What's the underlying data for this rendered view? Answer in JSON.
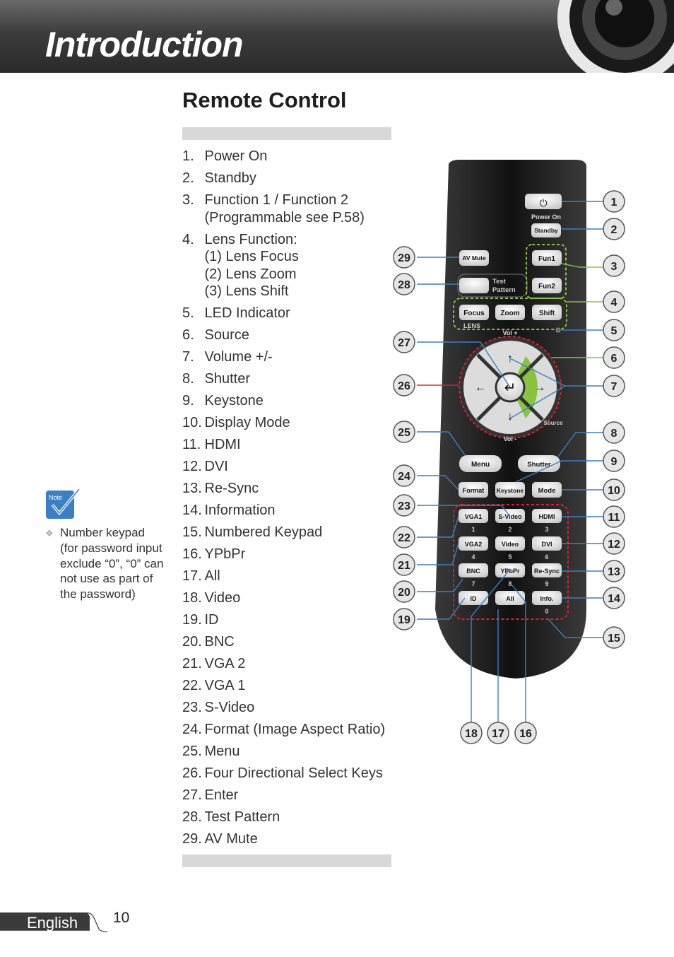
{
  "header": {
    "title": "Introduction"
  },
  "section": {
    "title": "Remote Control"
  },
  "items": [
    {
      "num": "1.",
      "label": "Power On"
    },
    {
      "num": "2.",
      "label": "Standby"
    },
    {
      "num": "3.",
      "label": "Function 1 / Function 2\n(Programmable see P.58)"
    },
    {
      "num": "4.",
      "label": "Lens Function:\n(1) Lens Focus\n(2) Lens Zoom\n(3) Lens Shift"
    },
    {
      "num": "5.",
      "label": "LED Indicator"
    },
    {
      "num": "6.",
      "label": "Source"
    },
    {
      "num": "7.",
      "label": "Volume +/-"
    },
    {
      "num": "8.",
      "label": "Shutter"
    },
    {
      "num": "9.",
      "label": "Keystone"
    },
    {
      "num": "10.",
      "label": "Display Mode"
    },
    {
      "num": "11.",
      "label": "HDMI"
    },
    {
      "num": "12.",
      "label": "DVI"
    },
    {
      "num": "13.",
      "label": "Re-Sync"
    },
    {
      "num": "14.",
      "label": "Information"
    },
    {
      "num": "15.",
      "label": "Numbered Keypad"
    },
    {
      "num": "16.",
      "label": "YPbPr"
    },
    {
      "num": "17.",
      "label": "All"
    },
    {
      "num": "18.",
      "label": "Video"
    },
    {
      "num": "19.",
      "label": "ID"
    },
    {
      "num": "20.",
      "label": "BNC"
    },
    {
      "num": "21.",
      "label": "VGA 2"
    },
    {
      "num": "22.",
      "label": "VGA 1"
    },
    {
      "num": "23.",
      "label": "S-Video"
    },
    {
      "num": "24.",
      "label": "Format (Image Aspect Ratio)"
    },
    {
      "num": "25.",
      "label": "Menu"
    },
    {
      "num": "26.",
      "label": "Four Directional Select Keys"
    },
    {
      "num": "27.",
      "label": "Enter"
    },
    {
      "num": "28.",
      "label": "Test Pattern"
    },
    {
      "num": "29.",
      "label": "AV Mute"
    }
  ],
  "note": {
    "badge": "Note",
    "text": "Number keypad (for password input exclude “0”, “0” can not use as part of the password)"
  },
  "remote": {
    "power_label": "Power  On",
    "standby": "Standby",
    "av_mute": "AV Mute",
    "fun1": "Fun1",
    "fun2": "Fun2",
    "test_pattern": "Test\nPattern",
    "focus": "Focus",
    "zoom": "Zoom",
    "shift": "Shift",
    "lens": "LENS",
    "vol_plus": "Vol +",
    "vol_minus": "Vol -",
    "source": "Source",
    "menu": "Menu",
    "shutter": "Shutter",
    "format": "Format",
    "keystone": "Keystone",
    "mode": "Mode",
    "keys": [
      {
        "label": "VGA1",
        "digit": "1"
      },
      {
        "label": "S-Video",
        "digit": "2"
      },
      {
        "label": "HDMI",
        "digit": "3"
      },
      {
        "label": "VGA2",
        "digit": "4"
      },
      {
        "label": "Video",
        "digit": "5"
      },
      {
        "label": "DVI",
        "digit": "6"
      },
      {
        "label": "BNC",
        "digit": "7"
      },
      {
        "label": "YPbPr",
        "digit": "8"
      },
      {
        "label": "Re-Sync",
        "digit": "9"
      },
      {
        "label": "ID",
        "digit": ""
      },
      {
        "label": "All",
        "digit": ""
      },
      {
        "label": "Info.",
        "digit": "0"
      }
    ],
    "callouts_right": [
      "1",
      "2",
      "3",
      "4",
      "5",
      "6",
      "7",
      "8",
      "9",
      "10",
      "11",
      "12",
      "13",
      "14",
      "15"
    ],
    "callouts_left": [
      "29",
      "28",
      "27",
      "26",
      "25",
      "24",
      "23",
      "22",
      "21",
      "20",
      "19"
    ],
    "callouts_bottom": [
      "18",
      "17",
      "16"
    ]
  },
  "footer": {
    "language": "English",
    "page": "10"
  },
  "colors": {
    "header_dark": "#2a2a2a",
    "callout_fill": "#e6e6e6",
    "led_green": "#8ac43f",
    "red_dashed": "#e0202a"
  }
}
